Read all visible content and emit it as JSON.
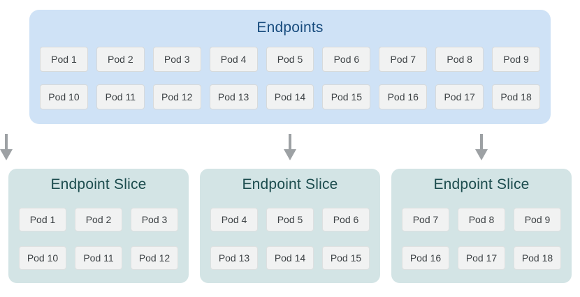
{
  "endpoints": {
    "title": "Endpoints",
    "pods": [
      "Pod 1",
      "Pod 2",
      "Pod 3",
      "Pod 4",
      "Pod 5",
      "Pod 6",
      "Pod 7",
      "Pod 8",
      "Pod 9",
      "Pod 10",
      "Pod 11",
      "Pod 12",
      "Pod 13",
      "Pod 14",
      "Pod 15",
      "Pod 16",
      "Pod 17",
      "Pod 18"
    ]
  },
  "slices": [
    {
      "title": "Endpoint Slice",
      "pods": [
        "Pod 1",
        "Pod 2",
        "Pod 3",
        "Pod 10",
        "Pod 11",
        "Pod 12"
      ]
    },
    {
      "title": "Endpoint Slice",
      "pods": [
        "Pod 4",
        "Pod 5",
        "Pod 6",
        "Pod 13",
        "Pod 14",
        "Pod 15"
      ]
    },
    {
      "title": "Endpoint Slice",
      "pods": [
        "Pod 7",
        "Pod 8",
        "Pod 9",
        "Pod 16",
        "Pod 17",
        "Pod 18"
      ]
    }
  ],
  "icons": {
    "arrow": "down-arrow"
  },
  "colors": {
    "page_bg": "#ffffff",
    "endpoints_bg": "#cfe2f6",
    "endpoints_title": "#174b7d",
    "slice_bg": "#d3e4e5",
    "slice_title": "#1c4c4e",
    "pod_bg": "#f1f2f2",
    "pod_border": "#d7dadb",
    "pod_text": "#3d4245",
    "arrow": "#9da1a4"
  }
}
